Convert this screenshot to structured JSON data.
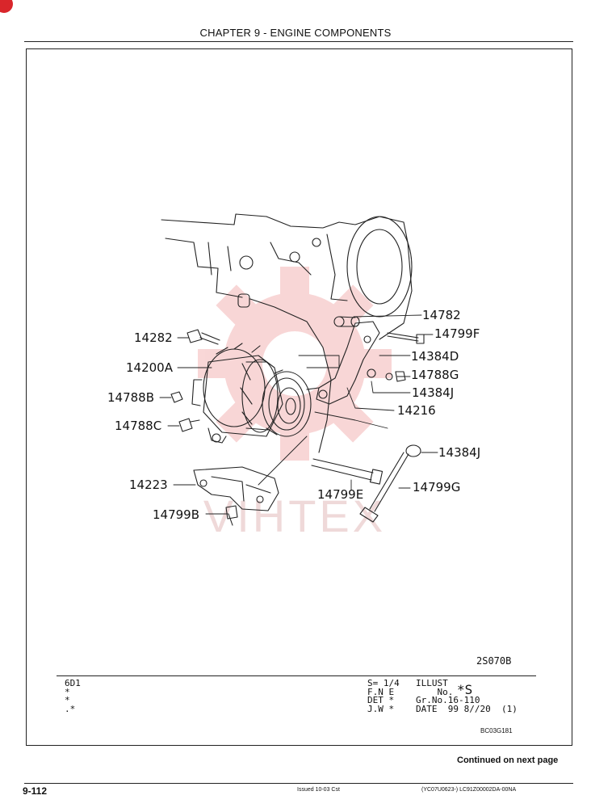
{
  "header": {
    "chapter_title": "CHAPTER 9 - ENGINE COMPONENTS"
  },
  "figure": {
    "watermark": "VIHTEX",
    "callouts": {
      "c14782": "14782",
      "c14799F": "14799F",
      "c14282": "14282",
      "c14384D": "14384D",
      "c14788G": "14788G",
      "c14200A": "14200A",
      "c14384J_a": "14384J",
      "c14788B": "14788B",
      "c14216": "14216",
      "c14788C": "14788C",
      "c14384J_b": "14384J",
      "c14223": "14223",
      "c14799E": "14799E",
      "c14799G": "14799G",
      "c14799B": "14799B"
    },
    "illustration_code": "2S070B"
  },
  "info_table": {
    "left_col": "6D1\n*\n*\n.*",
    "mid_col": "S= 1/4\nF.N E\nDET *\nJ.W *",
    "right_col": "ILLUST\n    No.\nGr.No.16-110\nDATE  99 8//20  (1)",
    "illust_no": "*S",
    "code": "BC03G181"
  },
  "footer": {
    "continued": "Continued on next page",
    "page_number": "9-112",
    "issued": "Issued 10-03   Cst",
    "doc_number": "(YC07U0623-)   LC91Z00002DA-00NA"
  },
  "colors": {
    "watermark": "#f4b6b6",
    "corner_mark": "#d9262b",
    "ink": "#111111"
  }
}
